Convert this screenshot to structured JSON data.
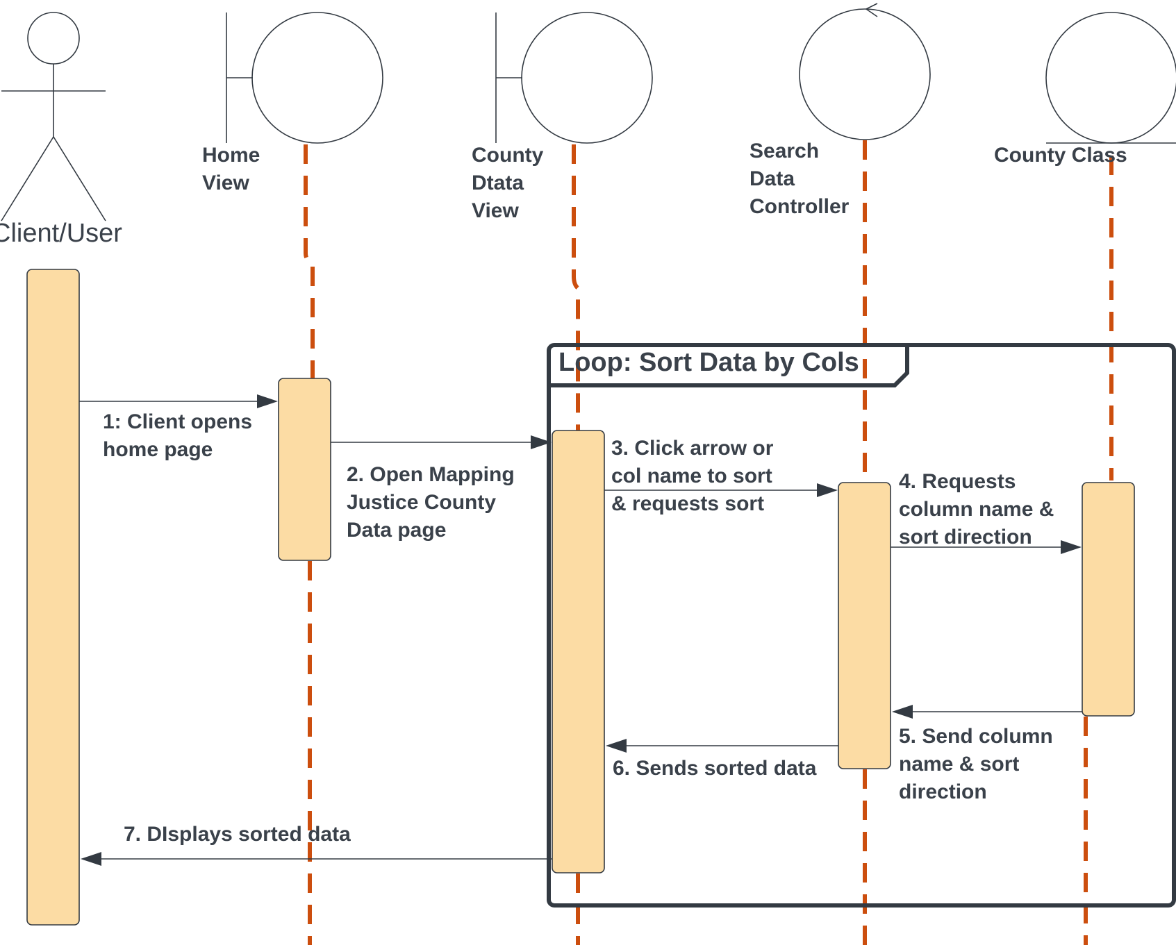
{
  "participants": {
    "client": {
      "name": "Client/User",
      "type": "actor"
    },
    "home_view": {
      "name_lines": [
        "Home",
        "View"
      ],
      "type": "boundary"
    },
    "county_view": {
      "name_lines": [
        "County",
        "Dtata",
        "View"
      ],
      "type": "boundary"
    },
    "controller": {
      "name_lines": [
        "Search",
        "Data",
        "Controller"
      ],
      "type": "control"
    },
    "county_class": {
      "name": "County Class",
      "type": "entity"
    }
  },
  "frame": {
    "label": "Loop: Sort Data by Cols",
    "kind": "loop"
  },
  "messages": {
    "m1": [
      "1: Client opens",
      "home page"
    ],
    "m2": [
      "2. Open Mapping",
      "Justice County",
      "Data page"
    ],
    "m3": [
      "3. Click arrow or",
      "col name to sort",
      "& requests sort"
    ],
    "m4": [
      "4. Requests",
      "column name &",
      "sort direction"
    ],
    "m5": [
      "5. Send column",
      "name & sort",
      "direction"
    ],
    "m6": [
      "6. Sends sorted data"
    ],
    "m7": [
      "7.  DIsplays sorted data"
    ]
  },
  "colors": {
    "lifeline": "#cc4e0e",
    "activation_fill": "#fcdca4",
    "stroke": "#333a42",
    "text": "#3a414a"
  }
}
